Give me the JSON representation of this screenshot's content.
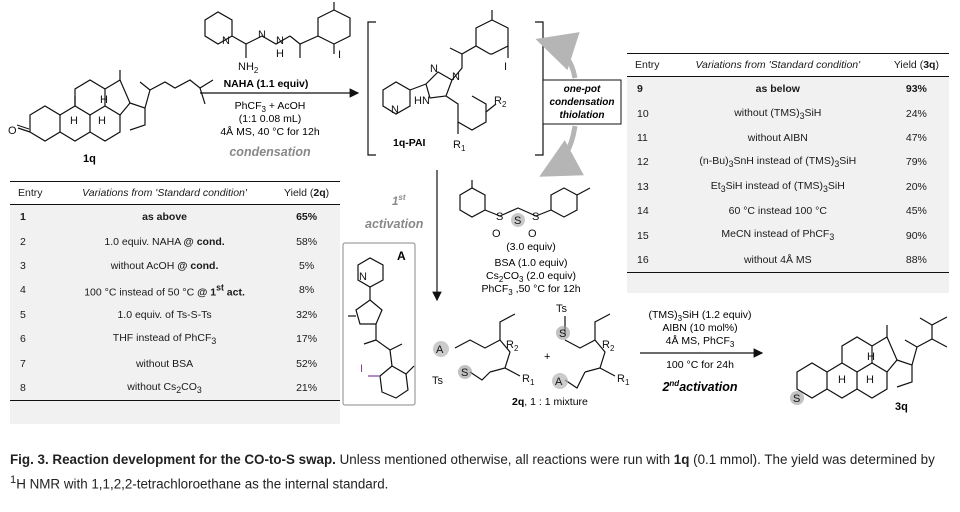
{
  "scheme": {
    "compound_1q": "1q",
    "reagent1_name": "NAHA (1.1 equiv)",
    "reagent1_amine": "NH",
    "reagent1_amine_sub": "2",
    "reagent1_h": "H",
    "reagent1_n": "N",
    "step1_solvent": "PhCF",
    "step1_solvent_sub": "3",
    "step1_solvent_rest": " + AcOH",
    "step1_ratio": "(1:1 0.08 mL)",
    "step1_temp": "4Å MS, 40 °C for 12h",
    "step1_label": "condensation",
    "intermediate_label": "1q-PAI",
    "onepot_lines": [
      "one-pot",
      "condensation",
      "thiolation"
    ],
    "activation1_label": "1",
    "activation1_sup": "st",
    "activation1_word": "activation",
    "bsa_equiv": "(3.0 equiv)",
    "step2_lines": [
      "BSA (1.0 equiv)",
      "Cs",
      "2",
      "CO",
      "3",
      " (2.0 equiv)",
      "PhCF",
      "3",
      " ,50 °C for 12h"
    ],
    "product_2q_label": "2q",
    "product_2q_ratio": ", 1 : 1 mixture",
    "plus_sign": "+",
    "step3_lines": [
      "(TMS)",
      "3",
      "SiH (1.2 equiv)",
      "AIBN (10 mol%)",
      "4Å MS, PhCF",
      "3",
      "100 °C for 24h"
    ],
    "activation2_label": "2",
    "activation2_sup": "nd",
    "activation2_word": "activation",
    "product_3q": "3q",
    "box_A": "A",
    "atom_A": "A",
    "atom_S": "S",
    "atom_Ts": "Ts",
    "atom_R1": "R",
    "atom_R2": "R",
    "atom_R1_sub": "1",
    "atom_R2_sub": "2",
    "atom_I": "I",
    "atom_O": "O",
    "atom_H": "H",
    "atom_HN": "HN"
  },
  "table_3q": {
    "headers": [
      "Entry",
      "Variations from 'Standard condition'",
      "Yield (",
      "3q",
      ")"
    ],
    "rows": [
      {
        "entry": "9",
        "variation": "as below",
        "yield": "93%",
        "highlight": true
      },
      {
        "entry": "10",
        "variation": "without (TMS)",
        "variation_sub": "3",
        "variation_rest": "SiH",
        "yield": "24%"
      },
      {
        "entry": "11",
        "variation": "without AIBN",
        "yield": "47%"
      },
      {
        "entry": "12",
        "variation": "(n-Bu)",
        "variation_sub": "3",
        "variation_rest": "SnH instead of (TMS)",
        "variation_sub2": "3",
        "variation_rest2": "SiH",
        "yield": "79%"
      },
      {
        "entry": "13",
        "variation": "Et",
        "variation_sub": "3",
        "variation_rest": "SiH instead of (TMS)",
        "variation_sub2": "3",
        "variation_rest2": "SiH",
        "yield": "20%"
      },
      {
        "entry": "14",
        "variation": "60 °C instead 100 °C",
        "yield": "45%"
      },
      {
        "entry": "15",
        "variation": "MeCN instead of PhCF",
        "variation_sub": "3",
        "yield": "90%"
      },
      {
        "entry": "16",
        "variation": "without 4Å MS",
        "yield": "88%"
      }
    ]
  },
  "table_2q": {
    "headers": [
      "Entry",
      "Variations from 'Standard condition'",
      "Yield (",
      "2q",
      ")"
    ],
    "rows": [
      {
        "entry": "1",
        "variation": "as above",
        "yield": "65%",
        "highlight": true
      },
      {
        "entry": "2",
        "variation": "1.0 equiv. NAHA ",
        "variation_bold": "@ cond.",
        "yield": "58%"
      },
      {
        "entry": "3",
        "variation": "without AcOH ",
        "variation_bold": "@ cond.",
        "yield": "5%"
      },
      {
        "entry": "4",
        "variation": "100 °C instead of 50 °C ",
        "variation_bold": "@ 1",
        "variation_sup": "st",
        "variation_bold2": " act.",
        "yield": "8%"
      },
      {
        "entry": "5",
        "variation": "1.0 equiv. of Ts-S-Ts",
        "yield": "32%"
      },
      {
        "entry": "6",
        "variation": "THF instead of PhCF",
        "variation_sub": "3",
        "yield": "17%"
      },
      {
        "entry": "7",
        "variation": "without BSA",
        "yield": "52%"
      },
      {
        "entry": "8",
        "variation": "without Cs",
        "variation_sub": "2",
        "variation_rest": "CO",
        "variation_sub2": "3",
        "yield": "21%"
      }
    ]
  },
  "caption": {
    "lead": "Fig. 3. Reaction development for the CO-to-S swap.",
    "text1": " Unless mentioned otherwise, all reactions were run with ",
    "cmpd": "1q",
    "text2": " (0.1 mmol). The yield was determined by ",
    "nmr_sup": "1",
    "text3": "H NMR with 1,1,2,2-tetrachloroethane as the internal standard."
  },
  "colors": {
    "table_bg": "#f1f1f1",
    "arrow_gray": "#b5b5b5",
    "sulfur_gray": "#9a9a9a",
    "box_border": "#888888"
  }
}
